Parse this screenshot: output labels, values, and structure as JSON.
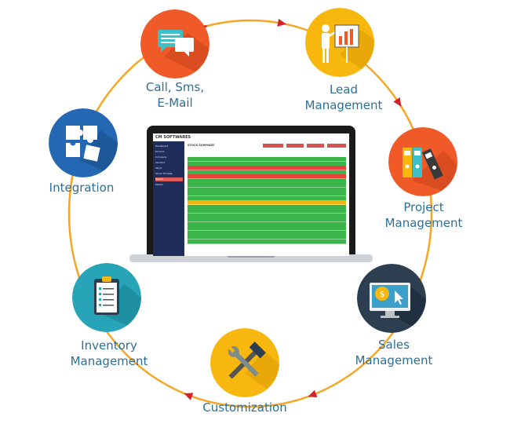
{
  "diagram": {
    "nodes": [
      {
        "id": "communication",
        "label": "Call, Sms,\nE-Mail",
        "icon": "chat-bubbles-icon",
        "color": "#f05a28"
      },
      {
        "id": "lead",
        "label": "Lead\nManagement",
        "icon": "presentation-chart-icon",
        "color": "#f7b70f"
      },
      {
        "id": "project",
        "label": "Project\nManagement",
        "icon": "binders-icon",
        "color": "#f05a28"
      },
      {
        "id": "sales",
        "label": "Sales\nManagement",
        "icon": "monitor-dollar-icon",
        "color": "#2c3e50"
      },
      {
        "id": "customization",
        "label": "Customization",
        "icon": "hammer-wrench-icon",
        "color": "#f7b70f"
      },
      {
        "id": "inventory",
        "label": "Inventory\nManagement",
        "icon": "clipboard-checklist-icon",
        "color": "#27a4b8"
      },
      {
        "id": "integration",
        "label": "Integration",
        "icon": "puzzle-icon",
        "color": "#2468b3"
      }
    ],
    "cycle_color": "#f5a623",
    "arrow_color": "#d2232a"
  },
  "laptop": {
    "brand": "CM SOFTWARES",
    "title": "STOCK SUMMARY",
    "sidebar_items": [
      "Dashboard",
      "Product",
      "Company",
      "Vendors",
      "Stock",
      "Stock Till Date",
      "Report",
      "Master"
    ],
    "active_item": 6,
    "row_colors": [
      "#3bb54a",
      "#3bb54a",
      "#e9443c",
      "#3bb54a",
      "#e9443c",
      "#3bb54a",
      "#3bb54a",
      "#3bb54a",
      "#3bb54a",
      "#3bb54a",
      "#f5b80a",
      "#3bb54a",
      "#3bb54a",
      "#3bb54a",
      "#3bb54a",
      "#3bb54a",
      "#3bb54a",
      "#3bb54a",
      "#3bb54a",
      "#3bb54a"
    ]
  }
}
